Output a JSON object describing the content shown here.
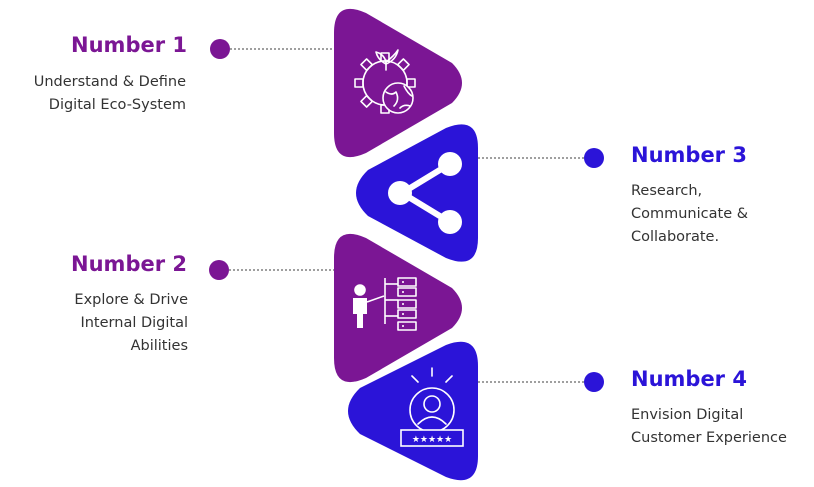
{
  "colors": {
    "purple": "#7B1694",
    "blue": "#2B14D8",
    "text": "#333333",
    "connector": "#666666"
  },
  "steps": [
    {
      "title": "Number 1",
      "lines": [
        "Understand & Define",
        "Digital Eco-System"
      ],
      "icon": "gear-globe-plant-icon",
      "color": "purple"
    },
    {
      "title": "Number 2",
      "lines": [
        "Explore & Drive",
        "Internal Digital",
        "Abilities"
      ],
      "icon": "person-server-hierarchy-icon",
      "color": "purple"
    },
    {
      "title": "Number 3",
      "lines": [
        "Research,",
        "Communicate &",
        "Collaborate."
      ],
      "icon": "share-icon",
      "color": "blue"
    },
    {
      "title": "Number 4",
      "lines": [
        "Envision Digital",
        "Customer Experience"
      ],
      "icon": "customer-rating-icon",
      "color": "blue"
    }
  ]
}
